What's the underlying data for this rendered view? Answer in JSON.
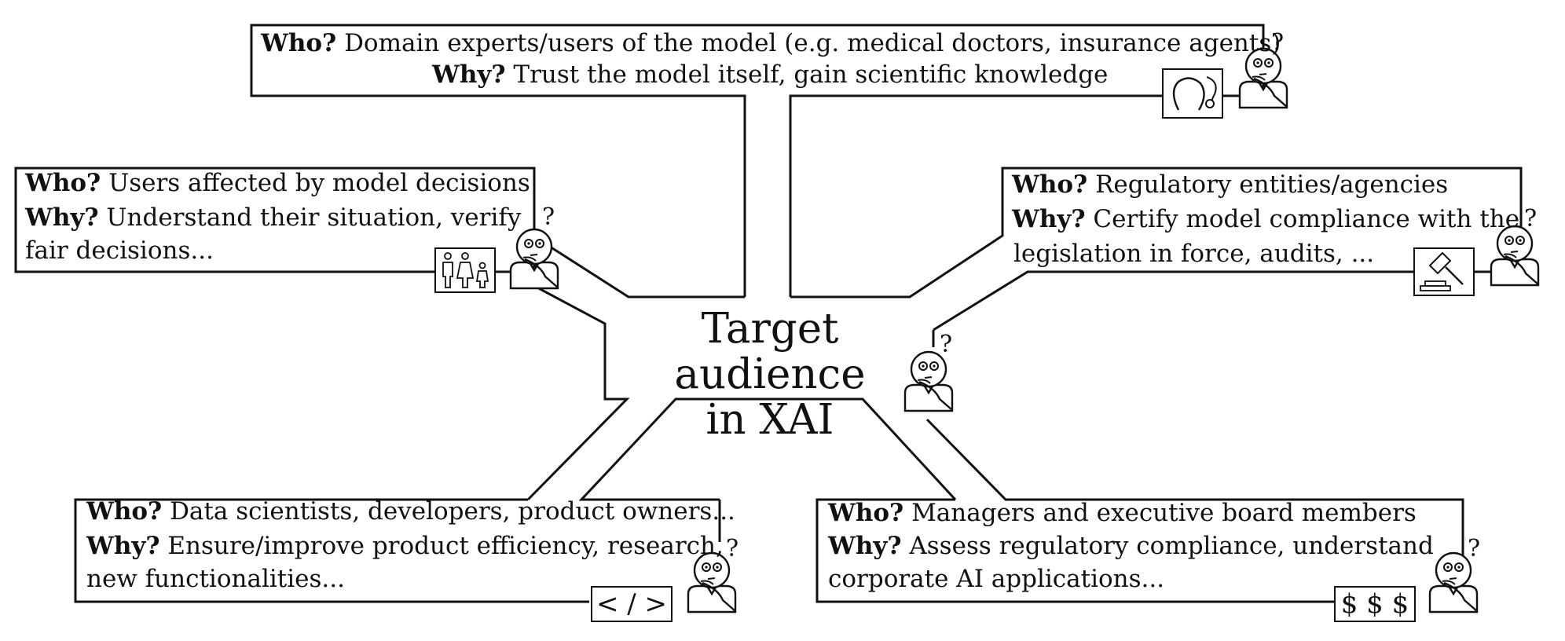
{
  "title": "Target audience in XAI",
  "question_mark": "?",
  "boxes": {
    "domain_experts": {
      "who_label": "Who?",
      "who": "Domain experts/users of the model (e.g. medical doctors, insurance agents)",
      "why_label": "Why?",
      "why": "Trust the model itself, gain scientific knowledge",
      "icon": "stethoscope-icon"
    },
    "affected_users": {
      "who_label": "Who?",
      "who": "Users affected by model decisions",
      "why_label": "Why?",
      "why_line1": "Understand their situation, verify",
      "why_line2": "fair decisions...",
      "icon": "family-icon"
    },
    "regulators": {
      "who_label": "Who?",
      "who": "Regulatory entities/agencies",
      "why_label": "Why?",
      "why_line1": "Certify model compliance with the",
      "why_line2": "legislation in force, audits, ...",
      "icon": "gavel-icon"
    },
    "data_scientists": {
      "who_label": "Who?",
      "who": "Data scientists, developers, product owners...",
      "why_label": "Why?",
      "why_line1": "Ensure/improve product efficiency, research,",
      "why_line2": "new functionalities...",
      "icon": "code-icon",
      "icon_text": "< / >"
    },
    "managers": {
      "who_label": "Who?",
      "who": "Managers and executive board members",
      "why_label": "Why?",
      "why_line1": "Assess regulatory compliance, understand",
      "why_line2": "corporate AI applications...",
      "icon": "dollar-icon",
      "icon_text": "$ $ $"
    }
  }
}
